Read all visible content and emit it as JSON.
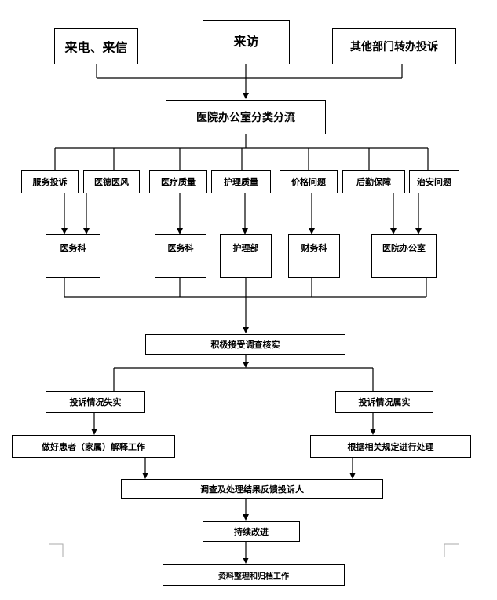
{
  "sources": {
    "phone_letter": "来电、来信",
    "visit": "来访",
    "transfer": "其他部门转办投诉"
  },
  "classify": "医院办公室分类分流",
  "categories": [
    "服务投诉",
    "医德医风",
    "医疗质量",
    "护理质量",
    "价格问题",
    "后勤保障",
    "治安问题"
  ],
  "departments": [
    "医务科",
    "医务科",
    "护理部",
    "财务科",
    "医院办公室"
  ],
  "investigate": "积极接受调查核实",
  "unfounded": "投诉情况失实",
  "founded": "投诉情况属实",
  "explain": "做好患者（家属）解释工作",
  "handle": "根据相关规定进行处理",
  "feedback": "调查及处理结果反馈投诉人",
  "improve": "持续改进",
  "archive": "资料整理和归档工作"
}
